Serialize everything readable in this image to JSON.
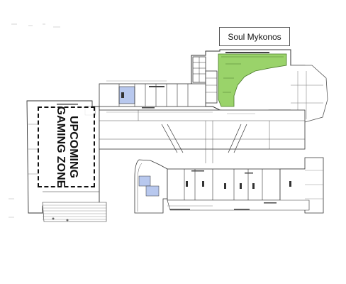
{
  "map": {
    "title": "Soul Mykonos",
    "zone_line1": "UPCOMING",
    "zone_line2": "GAMING ZONE"
  },
  "colors": {
    "green_area": "#9ad36a",
    "blue_room": "#b8c8ee",
    "walls": "#333333",
    "hatch": "#777777"
  }
}
